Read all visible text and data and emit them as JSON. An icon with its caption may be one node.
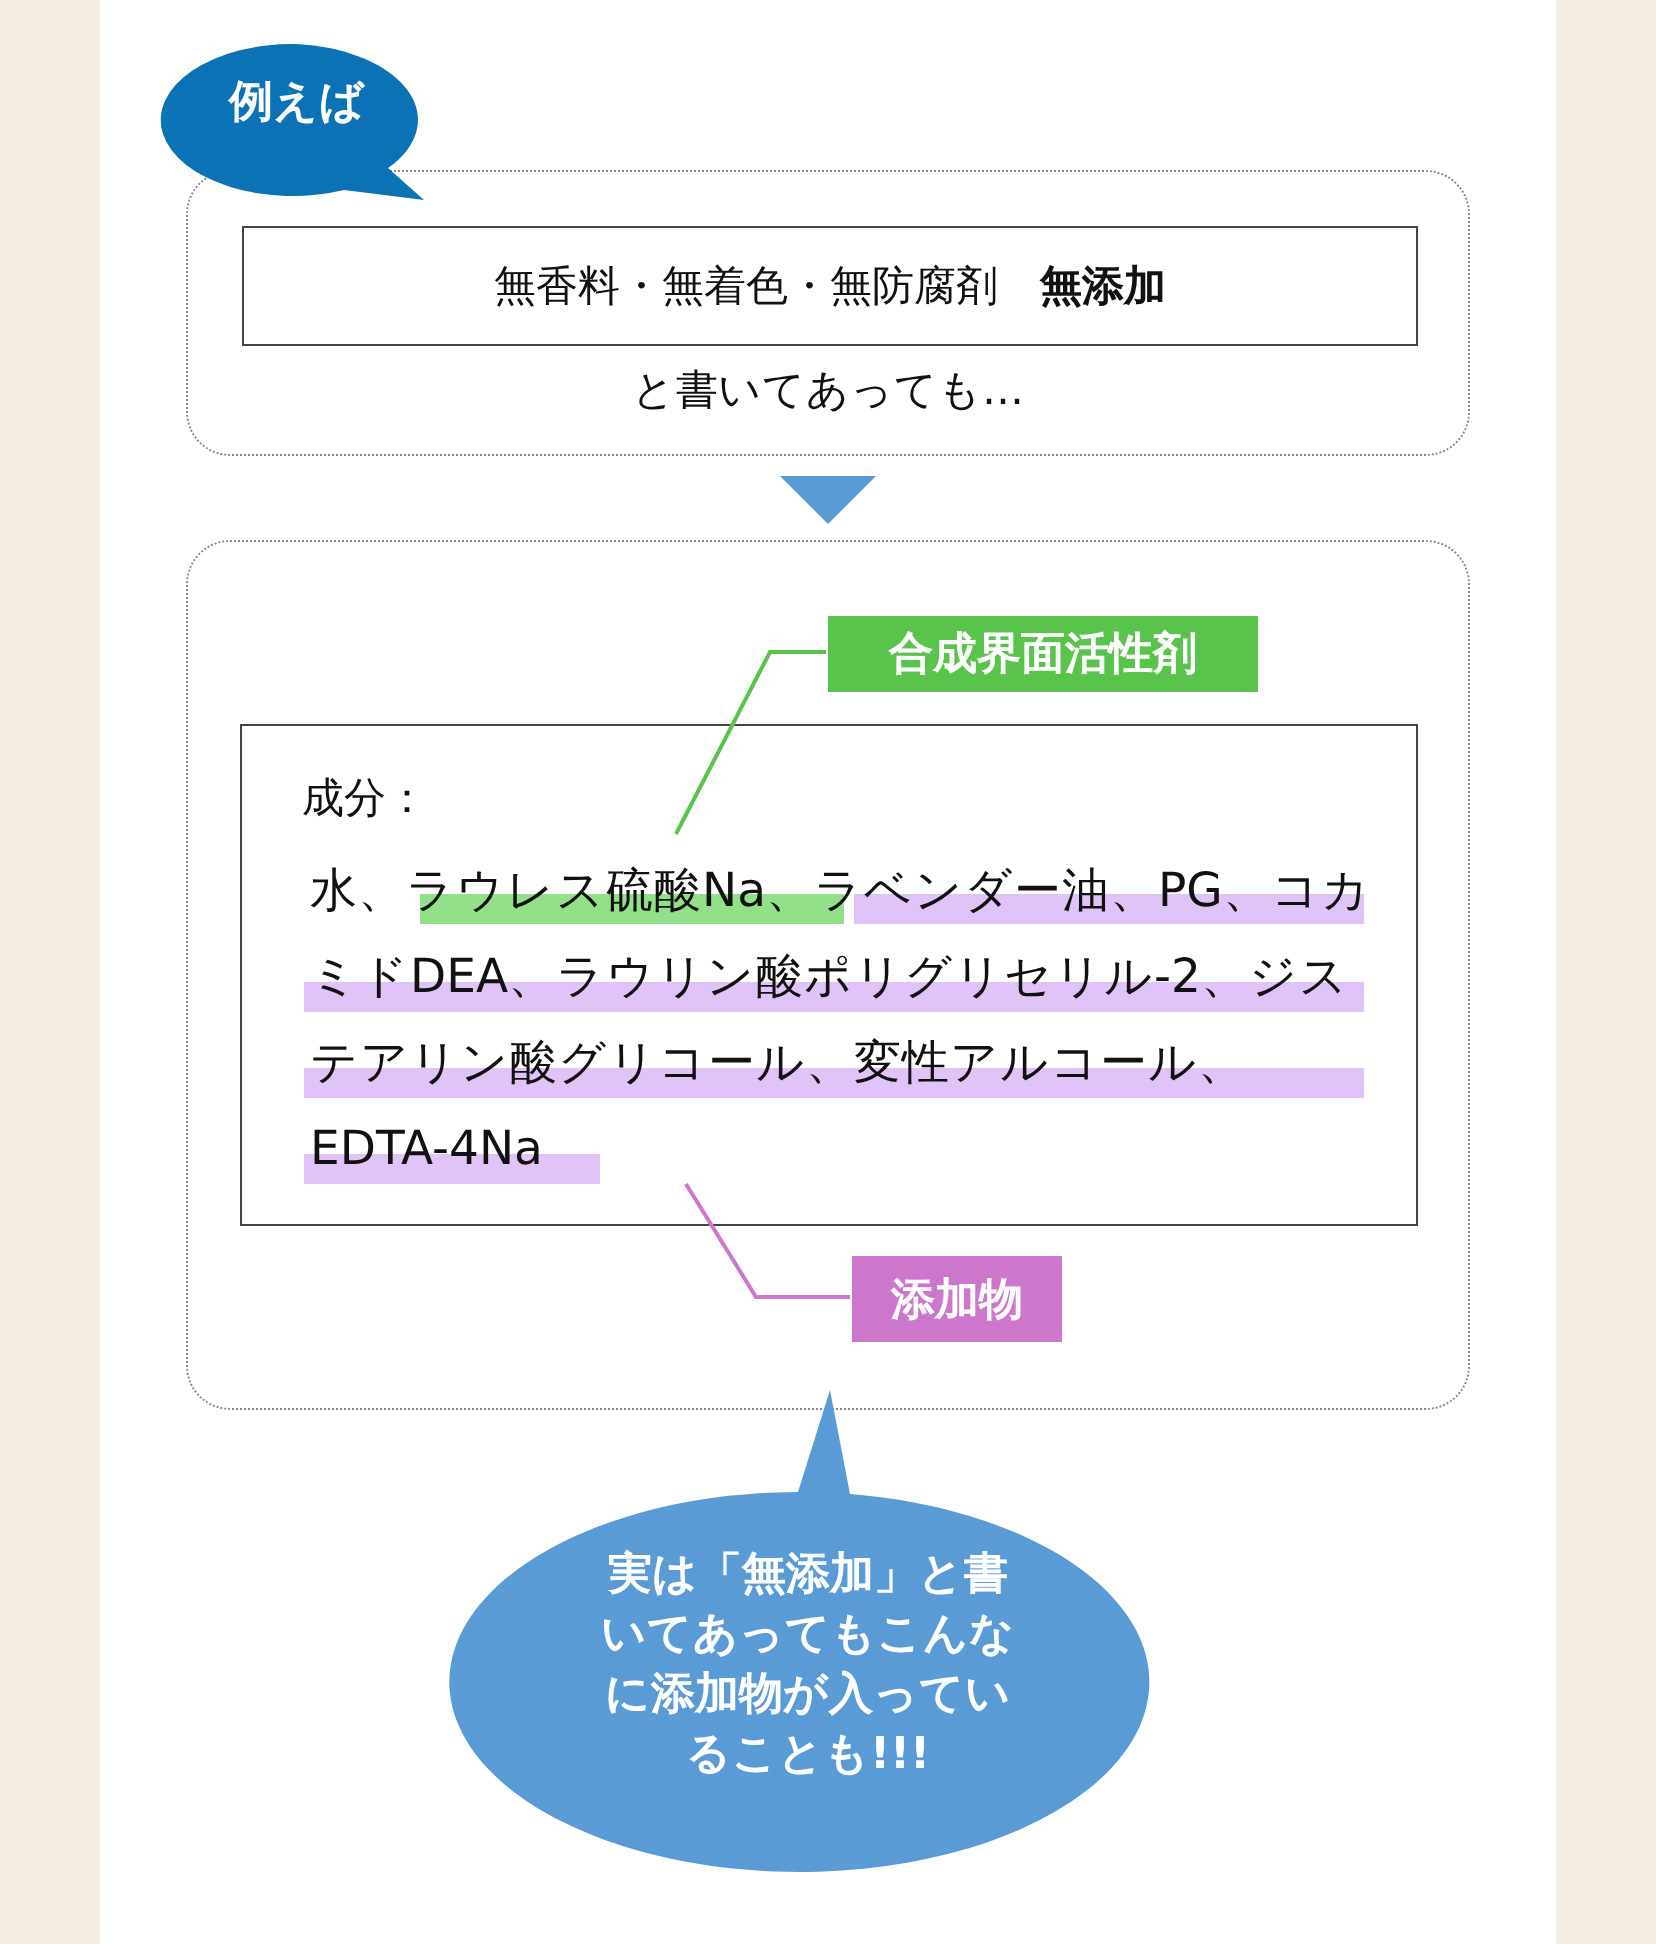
{
  "diagram": {
    "nodes": [
      {
        "text": [
          "と書いてあっても…"
        ]
      },
      {
        "text": [
          "無香料・無着色・無防腐剤　**無添加**"
        ],
        "in": 0
      },
      {
        "text": [
          "例えば"
        ]
      },
      {
        "text": [],
        "shape": "box"
      },
      {
        "text": [
          "成分：",
          "水、ラウレス硫酸Na、ラベンダー油、PG、コカミドDEA、ラウリン酸ポリグリセリル-2、ジステアリン酸グリコール、変性アルコール、EDTA-4Na"
        ],
        "in": 3
      },
      {
        "text": [
          "合成界面活性剤"
        ],
        "in": 3
      },
      {
        "text": [
          "添加物"
        ],
        "in": 3
      },
      {
        "text": [
          "実は「無添加」と書いてあってもこんなに添加物が入っていることも!!!"
        ]
      }
    ],
    "edges": [
      {
        "from": 0,
        "to": 3,
        "arrow": "to",
        "color": "#5b9bd5"
      },
      {
        "from": 5,
        "to": 4,
        "arrow": "none",
        "color": "#5ac34b"
      },
      {
        "from": 6,
        "to": 4,
        "arrow": "none",
        "color": "#cc77cc"
      }
    ]
  }
}
